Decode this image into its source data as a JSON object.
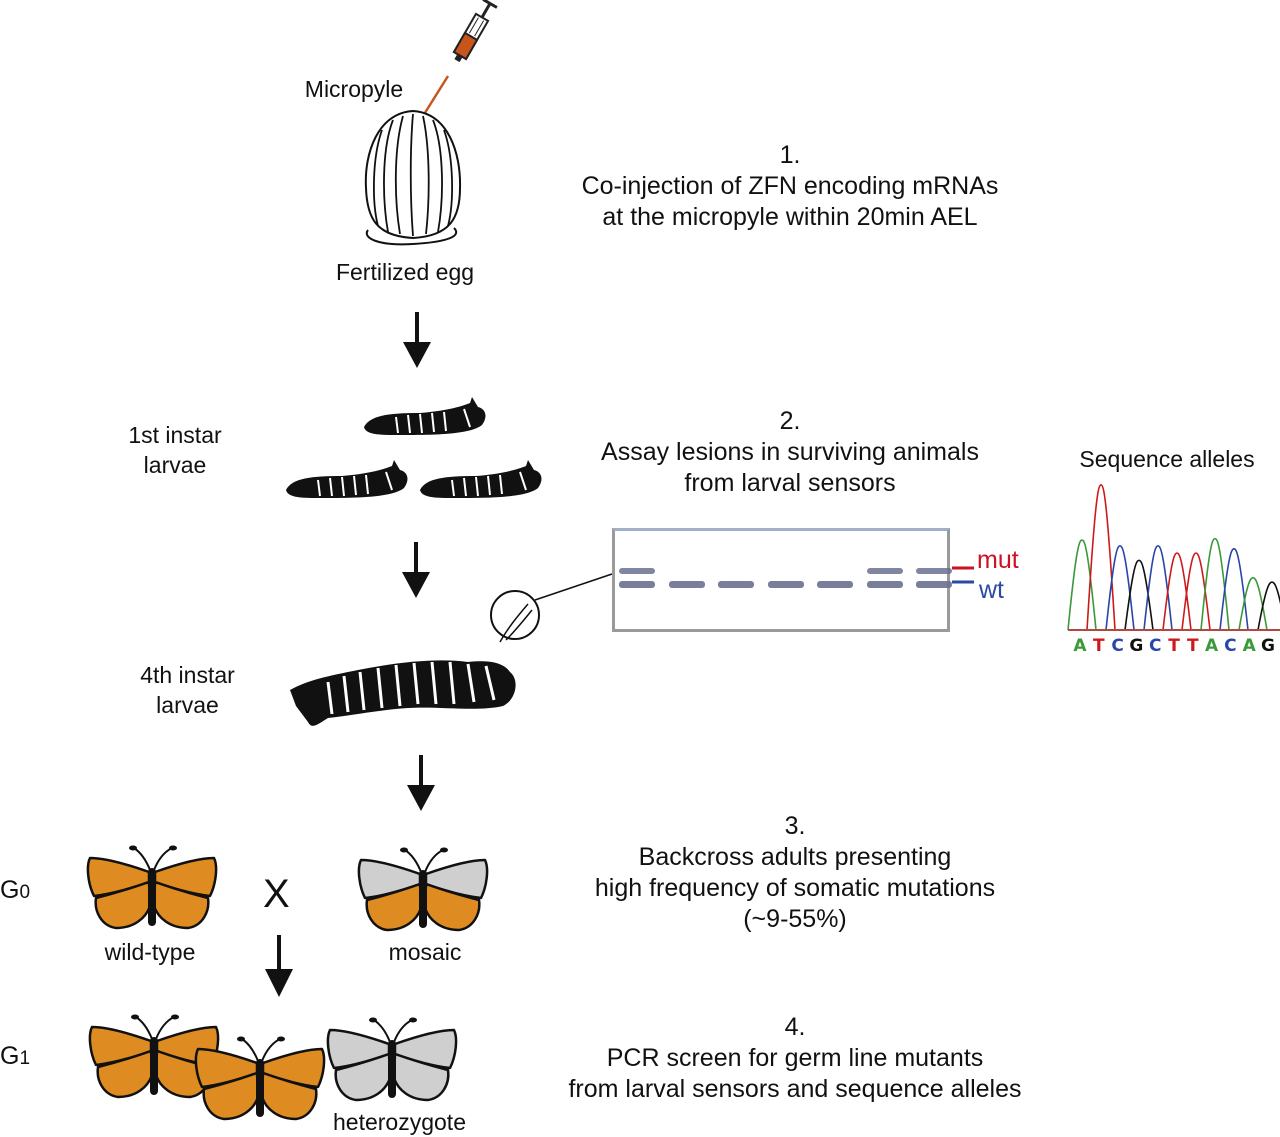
{
  "colors": {
    "orange": "#de8c22",
    "gray": "#cfcfcf",
    "syringe": "#c8561c",
    "mut": "#cc1122",
    "wt": "#2a4aa0",
    "band": "#6a7090",
    "base_A": "#3a9a3a",
    "base_T": "#cc1a1a",
    "base_C": "#2a46a8",
    "base_G": "#111111"
  },
  "egg": {
    "micropyle_label": "Micropyle",
    "egg_label": "Fertilized egg"
  },
  "stages": {
    "first_instar": [
      "1st instar",
      "larvae"
    ],
    "fourth_instar": [
      "4th instar",
      "larvae"
    ]
  },
  "steps": [
    {
      "number": "1.",
      "lines": [
        "Co-injection of ZFN encoding mRNAs",
        "at the micropyle within 20min AEL"
      ]
    },
    {
      "number": "2.",
      "lines": [
        "Assay lesions in surviving animals",
        "from larval sensors"
      ]
    },
    {
      "number": "3.",
      "lines": [
        "Backcross adults presenting",
        "high frequency of somatic mutations",
        "(~9-55%)"
      ]
    },
    {
      "number": "4.",
      "lines": [
        "PCR screen for germ line mutants",
        "from larval sensors and sequence alleles"
      ]
    }
  ],
  "gel": {
    "mut_label": "mut",
    "wt_label": "wt",
    "lanes": [
      {
        "mut": true,
        "wt": true
      },
      {
        "mut": false,
        "wt": true
      },
      {
        "mut": false,
        "wt": true
      },
      {
        "mut": false,
        "wt": true
      },
      {
        "mut": false,
        "wt": true
      },
      {
        "mut": true,
        "wt": true
      },
      {
        "mut": true,
        "wt": true
      }
    ]
  },
  "sequence": {
    "title": "Sequence alleles",
    "bases": [
      "A",
      "T",
      "C",
      "G",
      "C",
      "T",
      "T",
      "A",
      "C",
      "A",
      "G"
    ]
  },
  "generations": {
    "g0_label": "G",
    "g0_sub": "0",
    "g1_label": "G",
    "g1_sub": "1",
    "cross_symbol": "X",
    "wild_type_label": "wild-type",
    "mosaic_label": "mosaic",
    "heterozygote_label": "heterozygote"
  }
}
